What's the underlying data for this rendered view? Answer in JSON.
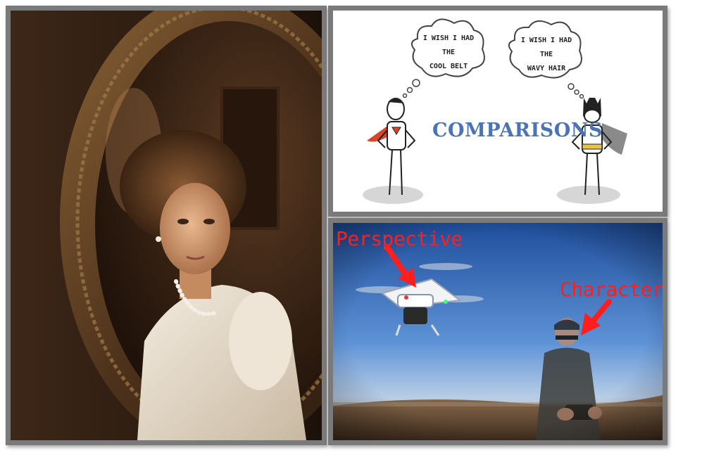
{
  "panels": {
    "comparisons": {
      "title": "COMPARISONS",
      "left_thought": [
        "I WISH I HAD",
        "THE",
        "COOL BELT"
      ],
      "right_thought": [
        "I WISH I HAD",
        "THE",
        "WAVY HAIR"
      ]
    },
    "drone": {
      "label_perspective": "Perspective",
      "label_character": "Character"
    }
  },
  "colors": {
    "frame": "#7a7a7a",
    "title_blue": "#4a74b6",
    "annotation_red": "#ff1e1e"
  }
}
